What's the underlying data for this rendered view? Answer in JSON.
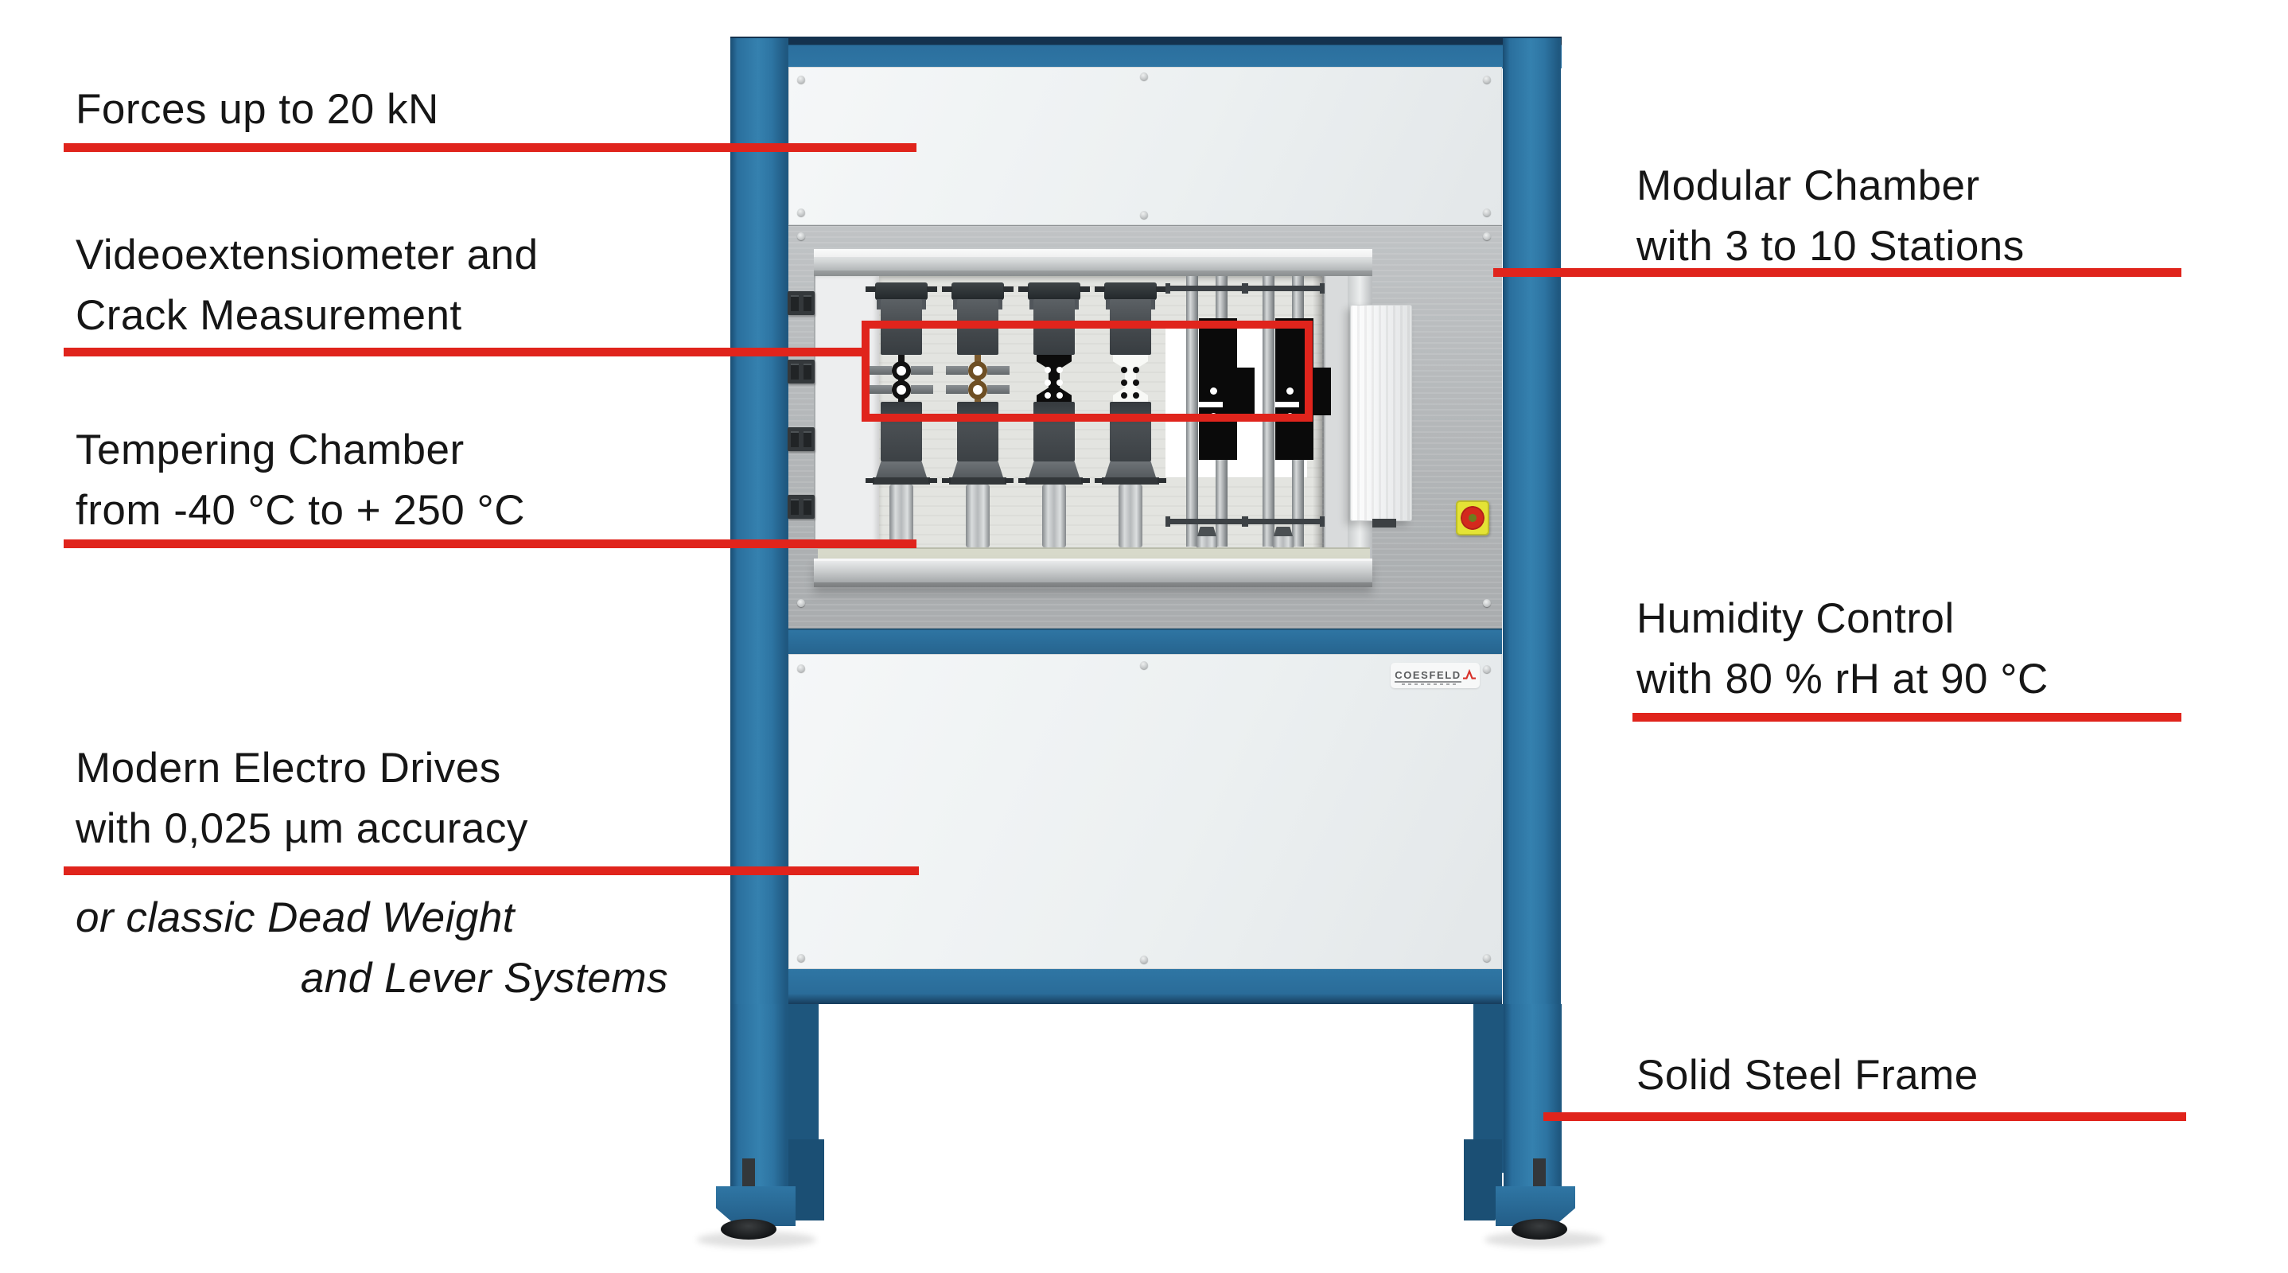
{
  "annotations": {
    "forces": {
      "lines": [
        "Forces up to 20 kN"
      ]
    },
    "video": {
      "lines": [
        "Videoextensiometer and",
        "Crack Measurement"
      ]
    },
    "tempering": {
      "lines": [
        "Tempering Chamber",
        "from -40 °C to + 250 °C"
      ]
    },
    "drives": {
      "lines": [
        "Modern Electro Drives",
        "with 0,025 µm accuracy"
      ]
    },
    "dead_weight": {
      "lines": [
        "or classic Dead Weight",
        "and Lever Systems"
      ]
    },
    "modular": {
      "lines": [
        "Modular Chamber",
        "with 3 to 10 Stations"
      ]
    },
    "humidity": {
      "lines": [
        "Humidity Control",
        "with 80 % rH at 90 °C"
      ]
    },
    "frame": {
      "lines": [
        "Solid Steel Frame"
      ]
    }
  },
  "machine": {
    "logo_text": "COESFELD",
    "station_count": 6,
    "stations": [
      {
        "id": 1,
        "type": "grip",
        "specimen": "film-with-extensometer-clips",
        "specimen_color": "black"
      },
      {
        "id": 2,
        "type": "grip",
        "specimen": "film-with-extensometer-clips",
        "specimen_color": "brass"
      },
      {
        "id": 3,
        "type": "grip",
        "specimen": "dogbone",
        "specimen_color": "black",
        "marker_dots": "white"
      },
      {
        "id": 4,
        "type": "grip",
        "specimen": "dogbone",
        "specimen_color": "white",
        "marker_dots": "black"
      },
      {
        "id": 5,
        "type": "rail",
        "specimen": "compact-tension",
        "specimen_color": "black"
      },
      {
        "id": 6,
        "type": "rail",
        "specimen": "compact-tension",
        "specimen_color": "black"
      }
    ]
  },
  "colors": {
    "accent_red": "#e0241c",
    "frame_blue": "#2e74a2",
    "frame_blue_dark": "#1d5a82",
    "navy": "#1c3d5e",
    "panel_white": "#f0f2f3",
    "panel_gray": "#b7babc",
    "interior_gray": "#e3e4e0",
    "estop_yellow": "#e4e335",
    "grip_dark": "#42474b"
  }
}
